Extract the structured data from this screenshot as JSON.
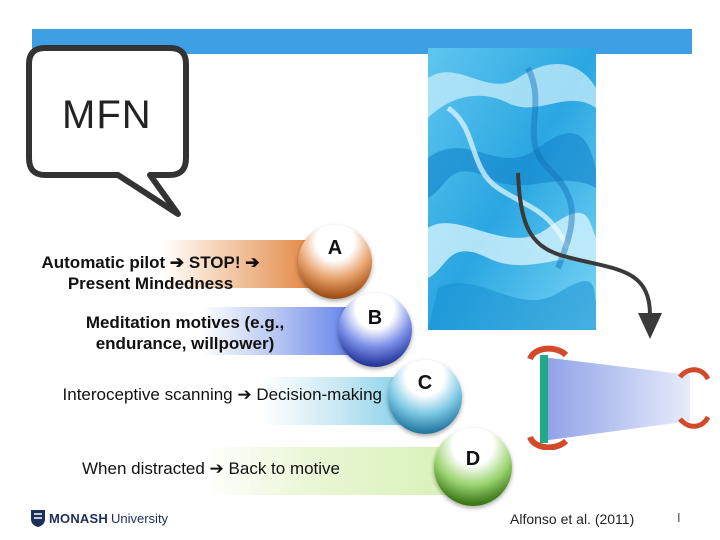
{
  "bubble": {
    "label": "MFN"
  },
  "steps": [
    {
      "letter": "A",
      "text": "Automatic pilot ➔ STOP! ➔ Present Mindedness",
      "color": "#e07a30"
    },
    {
      "letter": "B",
      "text": "Meditation motives (e.g., endurance, willpower)",
      "color": "#4a6ee6"
    },
    {
      "letter": "C",
      "text": "Interoceptive scanning ➔ Decision-making",
      "color": "#84d0ea"
    },
    {
      "letter": "D",
      "text": "When distracted ➔ Back to motive",
      "color": "#d6f1b4"
    }
  ],
  "footer": {
    "logo_name": "MONASH",
    "logo_suffix": "University",
    "citation": "Alfonso et al. (2011)",
    "page_marker": "I"
  },
  "colors": {
    "top_bar": "#3f9fe4",
    "water": "#35a9e0"
  },
  "icons": {
    "logo": "monash-shield-icon",
    "arrow": "curved-arrow-icon",
    "valve": "flow-valve-icon"
  }
}
